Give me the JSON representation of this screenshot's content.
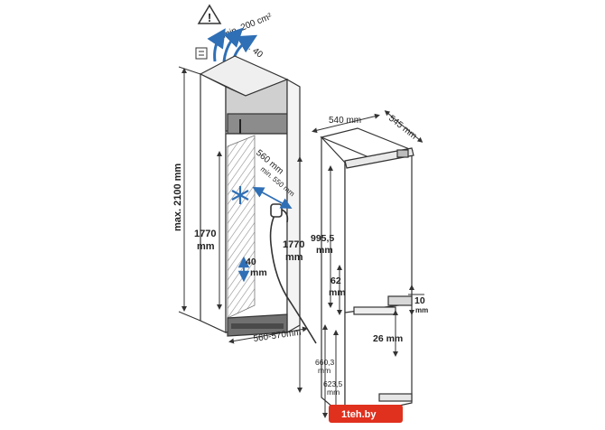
{
  "labels": {
    "vent_area": "min. 200 cm²",
    "top_gap": "min. 40",
    "max_height": "max. 2100 mm",
    "niche_height_value": "1770",
    "niche_height_unit": "mm",
    "niche_depth": "560 mm",
    "niche_min_depth": "min. 550 mm",
    "bottom_gap_value": "40",
    "bottom_gap_unit": "mm",
    "niche_width": "560-570mm",
    "fridge_width": "540 mm",
    "fridge_depth": "545 mm",
    "fridge_height_value": "1770",
    "fridge_height_unit": "mm",
    "hinge_upper_value": "995,5",
    "hinge_upper_unit": "mm",
    "gap_62_value": "62",
    "gap_62_unit": "mm",
    "hinge_offset_value": "10",
    "hinge_offset_unit": "mm",
    "gap_26": "26 mm",
    "lower_660_value": "660,3",
    "lower_660_unit": "mm",
    "lower_623_value": "623,5",
    "lower_623_unit": "mm"
  },
  "watermark": {
    "text": "1teh.by"
  },
  "colors": {
    "line": "#333333",
    "cabinet_top": "#c8c8c8",
    "glass_hatch": "#9a9a9a",
    "arrow_blue": "#2f6fb5",
    "watermark_bg": "#e0301e"
  }
}
